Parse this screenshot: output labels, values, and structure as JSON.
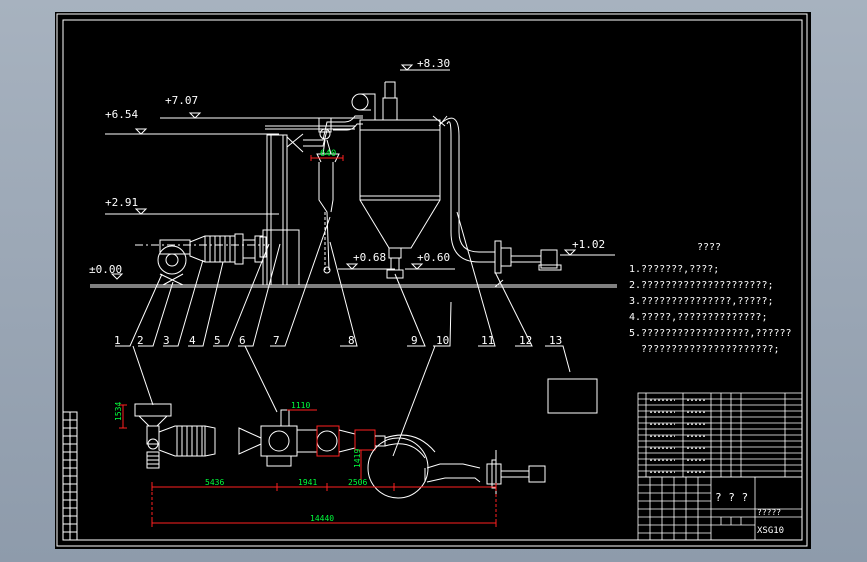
{
  "colors": {
    "line": "#ffffff",
    "dim": "#ff2020",
    "dim_text": "#00ff3c",
    "sheet": "#000000"
  },
  "elevations": {
    "e830": "+8.30",
    "e707": "+7.07",
    "e654": "+6.54",
    "e291": "+2.91",
    "e000": "±0.00",
    "e068": "+0.68",
    "e060": "+0.60",
    "e102": "+1.02"
  },
  "elevation_dim": {
    "d640": "640"
  },
  "callouts": [
    "1",
    "2",
    "3",
    "4",
    "5",
    "6",
    "7",
    "8",
    "9",
    "10",
    "11",
    "12",
    "13"
  ],
  "notes": {
    "title": "????",
    "lines": [
      "1.???????,????;",
      "2.?????????????????????;",
      "3.???????????????,?????;",
      "4.?????,??????????????;",
      "5.??????????????????,??????",
      "  ??????????????????????;"
    ]
  },
  "plan_dims": {
    "d1534": "1534",
    "d1110": "1110",
    "d1419": "1419",
    "d5436": "5436",
    "d1941": "1941",
    "d2506": "2506",
    "d14440": "14440"
  },
  "title_block": {
    "name": "? ? ?",
    "company": "?????",
    "drawing_no": "XSG10"
  }
}
